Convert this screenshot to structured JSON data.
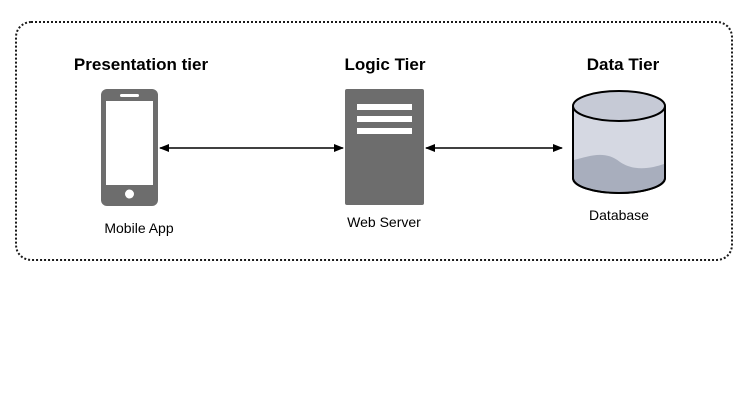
{
  "tiers": [
    {
      "title": "Presentation tier",
      "component": "Mobile App",
      "icon": "mobile-phone-icon"
    },
    {
      "title": "Logic Tier",
      "component": "Web Server",
      "icon": "server-icon"
    },
    {
      "title": "Data Tier",
      "component": "Database",
      "icon": "database-icon"
    }
  ],
  "connectors": [
    {
      "from": "Mobile App",
      "to": "Web Server",
      "direction": "bidirectional"
    },
    {
      "from": "Web Server",
      "to": "Database",
      "direction": "bidirectional"
    }
  ],
  "colors": {
    "icon_gray": "#6d6d6d",
    "database_fill": "#d5d8e2",
    "database_shade": "#a8aebd",
    "border": "#1a1a1a"
  }
}
